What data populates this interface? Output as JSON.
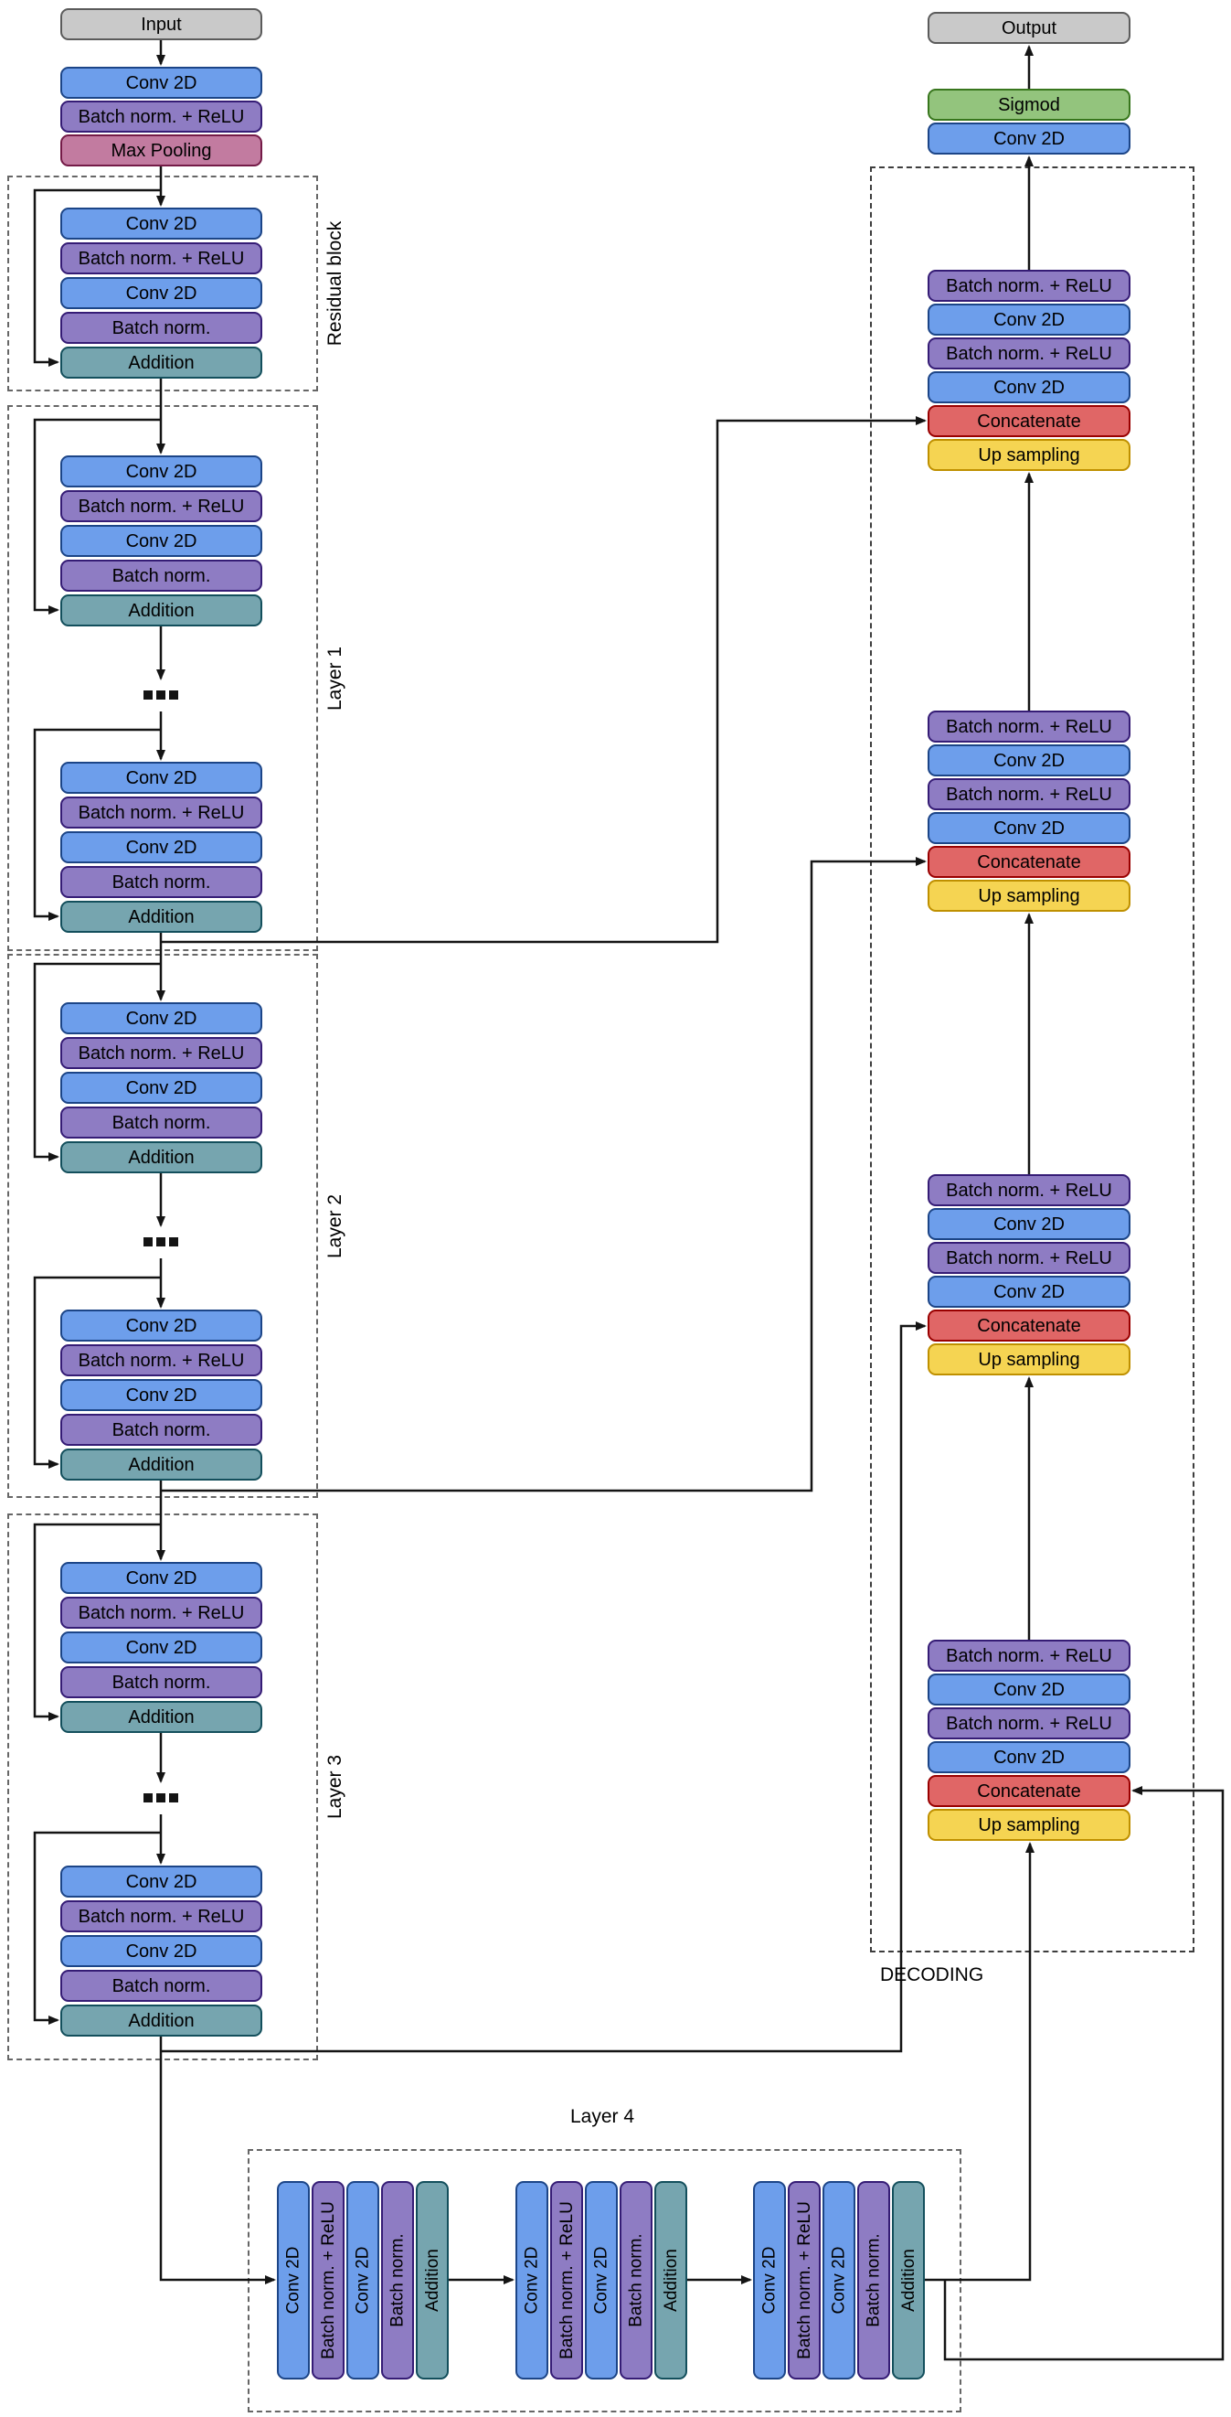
{
  "palette": {
    "io_fill": "#c9c9c9",
    "io_stroke": "#5b5b5b",
    "conv_fill": "#6d9eeb",
    "conv_stroke": "#1c4587",
    "bnrelu_fill": "#8e7cc3",
    "bnrelu_stroke": "#351c75",
    "maxpool_fill": "#c27ba0",
    "maxpool_stroke": "#741b47",
    "addition_fill": "#76a5af",
    "addition_stroke": "#134f5c",
    "sigmod_fill": "#93c47d",
    "sigmod_stroke": "#38761d",
    "concat_fill": "#e06666",
    "concat_stroke": "#990000",
    "upsamp_fill": "#f5d452",
    "upsamp_stroke": "#bf9000",
    "wire": "#141414",
    "dash_gray": "#666666",
    "dash_dark": "#3d3d3d"
  },
  "blocks": {
    "input": "Input",
    "output": "Output",
    "conv": "Conv 2D",
    "bnrelu": "Batch norm. + ReLU",
    "bn": "Batch norm.",
    "maxpool": "Max Pooling",
    "addition": "Addition",
    "sigmod": "Sigmod",
    "concat": "Concatenate",
    "upsamp": "Up sampling"
  },
  "encoder": {
    "stem": [
      "input",
      "conv",
      "bnrelu",
      "maxpool"
    ],
    "residual_unit": [
      "conv",
      "bnrelu",
      "conv",
      "bn",
      "addition"
    ],
    "groups": [
      {
        "label": "Residual block",
        "units": 1,
        "ellipsis": false
      },
      {
        "label": "Layer 1",
        "units": 2,
        "ellipsis": true
      },
      {
        "label": "Layer 2",
        "units": 2,
        "ellipsis": true
      },
      {
        "label": "Layer 3",
        "units": 2,
        "ellipsis": true
      }
    ]
  },
  "bottleneck": {
    "label": "Layer 4",
    "repeat": 3,
    "unit": [
      "conv",
      "bnrelu",
      "conv",
      "bn",
      "addition"
    ]
  },
  "decoder": {
    "label": "DECODING",
    "blocks": 4,
    "block_seq": [
      "upsamp",
      "concat",
      "conv",
      "bnrelu",
      "conv",
      "bnrelu"
    ],
    "head": [
      "conv",
      "sigmod",
      "output"
    ]
  }
}
